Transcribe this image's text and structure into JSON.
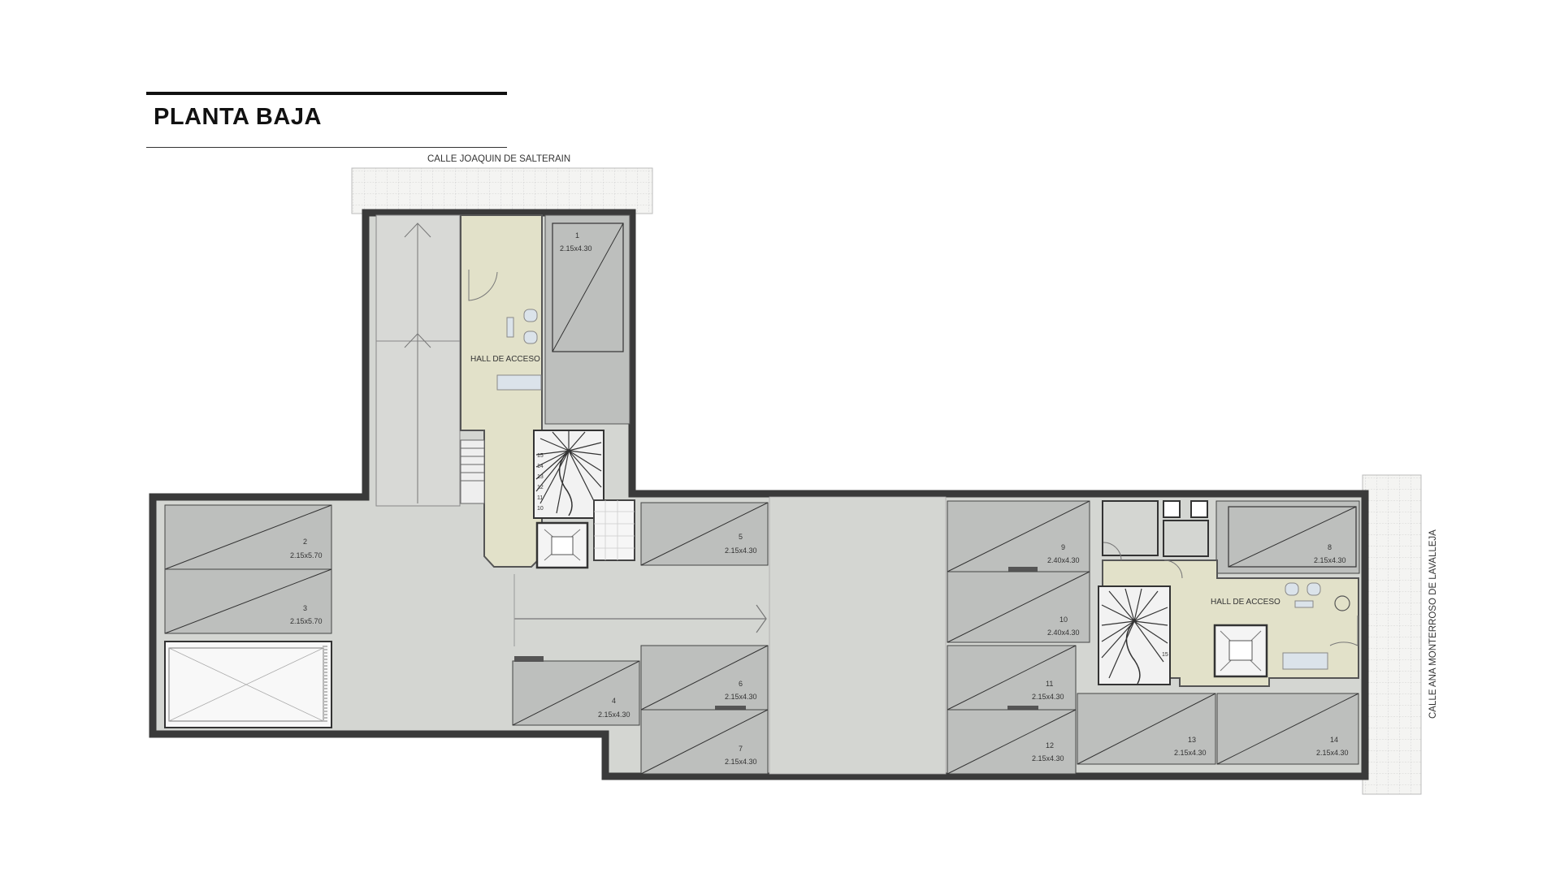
{
  "header": {
    "title": "PLANTA BAJA"
  },
  "streets": {
    "top": "CALLE   JOAQUIN DE SALTERAIN",
    "right": "CALLE  ANA MONTERROSO DE LAVALLEJA"
  },
  "halls": [
    {
      "label": "HALL DE ACCESO"
    },
    {
      "label": "HALL DE ACCESO"
    }
  ],
  "stairs": {
    "left_steps": [
      "15",
      "14",
      "13",
      "12",
      "11",
      "10"
    ],
    "right_steps": [
      "15"
    ]
  },
  "parking_spaces": [
    {
      "number": "1",
      "size": "2.15x4.30"
    },
    {
      "number": "2",
      "size": "2.15x5.70"
    },
    {
      "number": "3",
      "size": "2.15x5.70"
    },
    {
      "number": "4",
      "size": "2.15x4.30"
    },
    {
      "number": "5",
      "size": "2.15x4.30"
    },
    {
      "number": "6",
      "size": "2.15x4.30"
    },
    {
      "number": "7",
      "size": "2.15x4.30"
    },
    {
      "number": "8",
      "size": "2.15x4.30"
    },
    {
      "number": "9",
      "size": "2.40x4.30"
    },
    {
      "number": "10",
      "size": "2.40x4.30"
    },
    {
      "number": "11",
      "size": "2.15x4.30"
    },
    {
      "number": "12",
      "size": "2.15x4.30"
    },
    {
      "number": "13",
      "size": "2.15x4.30"
    },
    {
      "number": "14",
      "size": "2.15x4.30"
    }
  ],
  "colors": {
    "wall": "#3a3a3a",
    "circulation": "#d4d6d2",
    "parking": "#bdbfbd",
    "hall": "#e2e1c9",
    "sidewalk": "#f4f4f2"
  },
  "icons": {
    "elevator": "accessible-elevator-icon"
  }
}
